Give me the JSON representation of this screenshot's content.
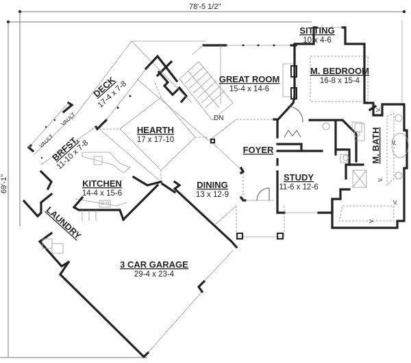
{
  "plan": {
    "overall_width": "78'-5 1/2\"",
    "overall_depth": "69'-1\"",
    "rooms": {
      "sitting": {
        "name": "SITTING",
        "size": "10 x 4-6"
      },
      "great_room": {
        "name": "GREAT ROOM",
        "size": "15-4 x 14-6"
      },
      "master_bedroom": {
        "name": "M. BEDROOM",
        "size": "16-8 x 15-4"
      },
      "deck": {
        "name": "DECK",
        "size": "17-4 x 7-8"
      },
      "hearth": {
        "name": "HEARTH",
        "size": "17 x 17-10"
      },
      "breakfast": {
        "name": "BRFST.",
        "size": "11-10 x 7-8"
      },
      "kitchen": {
        "name": "KITCHEN",
        "size": "14-4 x 15-6"
      },
      "foyer": {
        "name": "FOYER"
      },
      "master_bath": {
        "name": "M. BATH"
      },
      "study": {
        "name": "STUDY",
        "size": "11-6 x 12-6"
      },
      "dining": {
        "name": "DINING",
        "size": "13 x 12-9"
      },
      "laundry": {
        "name": "LAUNDRY"
      },
      "garage": {
        "name": "3 CAR GARAGE",
        "size": "29-4 x 23-4"
      }
    },
    "labels": {
      "vault_1": "VAULT",
      "vault_2": "VAULT",
      "stairs_down": "DN",
      "vanity": "V."
    }
  }
}
